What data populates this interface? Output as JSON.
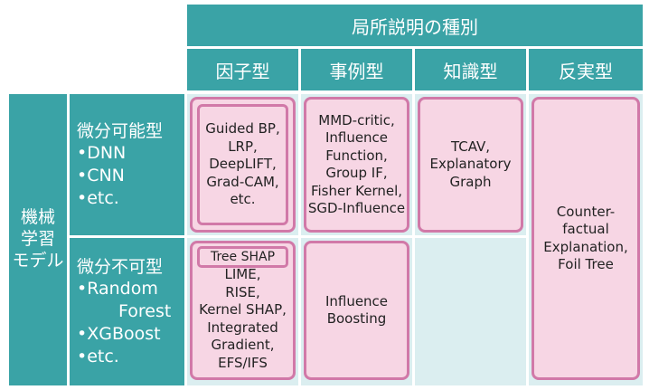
{
  "header": {
    "title": "局所説明の種別",
    "columns": [
      "因子型",
      "事例型",
      "知識型",
      "反実型"
    ]
  },
  "row_header": {
    "label_lines": [
      "機械",
      "学習",
      "モデル"
    ]
  },
  "rows": [
    {
      "label_lines": [
        "微分可能型",
        "•DNN",
        "•CNN",
        "•etc."
      ]
    },
    {
      "label_lines": [
        "微分不可型",
        "•Random",
        "Forest",
        "•XGBoost",
        "•etc."
      ]
    }
  ],
  "boxes": {
    "factor_diff": [
      "Guided BP,",
      "LRP,",
      "DeepLIFT,",
      "Grad-CAM,",
      "etc."
    ],
    "example_diff": [
      "MMD-critic,",
      "Influence",
      "Function,",
      "Group IF,",
      "Fisher Kernel,",
      "SGD-Influence"
    ],
    "knowledge_diff": [
      "TCAV,",
      "Explanatory",
      "Graph"
    ],
    "counterfactual": [
      "Counter-",
      "factual",
      "Explanation,",
      "Foil Tree"
    ],
    "tree_shap": "Tree SHAP",
    "factor_nondiff": [
      "LIME,",
      "RISE,",
      "Kernel SHAP,",
      "Integrated",
      "Gradient,",
      "EFS/IFS"
    ],
    "example_nondiff": [
      "Influence",
      "Boosting"
    ]
  },
  "colors": {
    "header_teal": "#3aa3a6",
    "cell_bg": "#dbeef0",
    "box_fill": "#f7d6e4",
    "box_border": "#d179a8"
  }
}
